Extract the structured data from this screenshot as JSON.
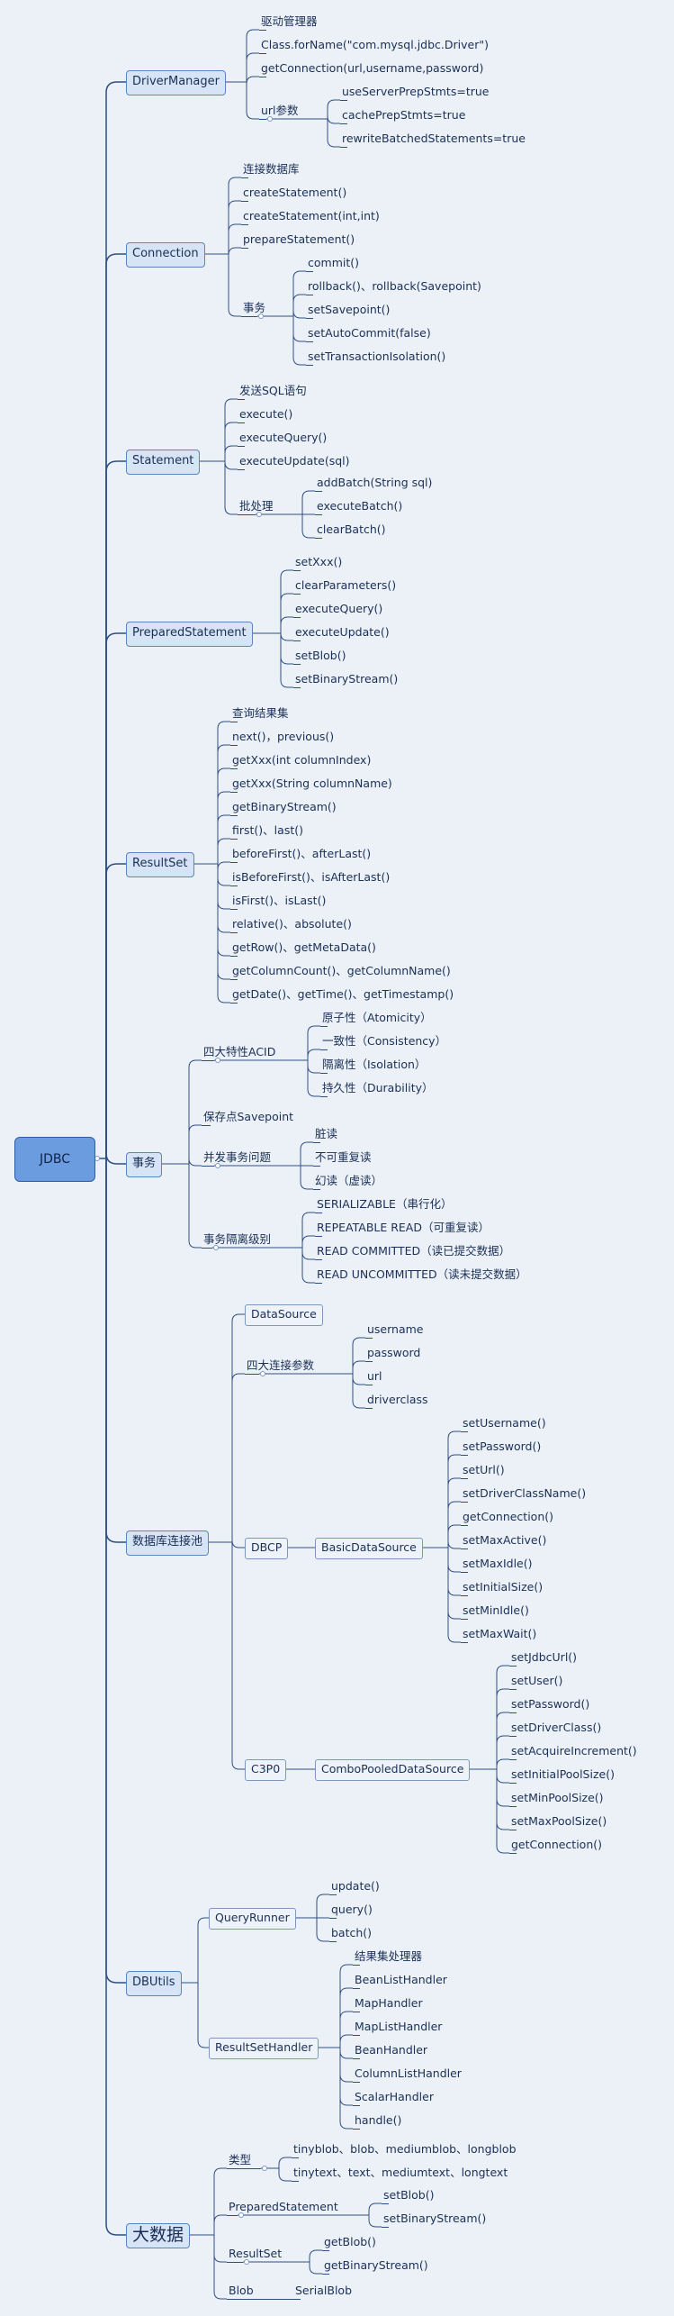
{
  "root": "JDBC",
  "driver_manager": {
    "label": "DriverManager",
    "items": [
      "驱动管理器",
      "Class.forName(\"com.mysql.jdbc.Driver\")",
      "getConnection(url,username,password)"
    ],
    "url_params_label": "url参数",
    "url_params": [
      "useServerPrepStmts=true",
      "cachePrepStmts=true",
      "rewriteBatchedStatements=true"
    ]
  },
  "connection": {
    "label": "Connection",
    "items": [
      "连接数据库",
      "createStatement()",
      "createStatement(int,int)",
      "prepareStatement()"
    ],
    "tx_label": "事务",
    "tx_items": [
      "commit()",
      "rollback()、rollback(Savepoint)",
      "setSavepoint()",
      "setAutoCommit(false)",
      "setTransactionIsolation()"
    ]
  },
  "statement": {
    "label": "Statement",
    "items": [
      "发送SQL语句",
      "execute()",
      "executeQuery()",
      "executeUpdate(sql)"
    ],
    "batch_label": "批处理",
    "batch_items": [
      "addBatch(String sql)",
      "executeBatch()",
      "clearBatch()"
    ]
  },
  "prepared_statement": {
    "label": "PreparedStatement",
    "items": [
      "setXxx()",
      "clearParameters()",
      "executeQuery()",
      "executeUpdate()",
      "setBlob()",
      "setBinaryStream()"
    ]
  },
  "result_set": {
    "label": "ResultSet",
    "items": [
      "查询结果集",
      "next()，previous()",
      "getXxx(int columnIndex)",
      "getXxx(String columnName)",
      "getBinaryStream()",
      "first()、last()",
      "beforeFirst()、afterLast()",
      "isBeforeFirst()、isAfterLast()",
      "isFirst()、isLast()",
      "relative()、absolute()",
      "getRow()、getMetaData()",
      "getColumnCount()、getColumnName()",
      "getDate()、getTime()、getTimestamp()"
    ]
  },
  "transaction": {
    "label": "事务",
    "acid_label": "四大特性ACID",
    "acid": [
      "原子性（Atomicity）",
      "一致性（Consistency）",
      "隔离性（Isolation）",
      "持久性（Durability）"
    ],
    "savepoint": "保存点Savepoint",
    "concurrency_label": "并发事务问题",
    "concurrency": [
      "脏读",
      "不可重复读",
      "幻读（虚读）"
    ],
    "isolation_label": "事务隔离级别",
    "isolation": [
      "SERIALIZABLE（串行化）",
      "REPEATABLE READ（可重复读）",
      "READ COMMITTED（读已提交数据）",
      "READ UNCOMMITTED（读未提交数据）"
    ]
  },
  "pool": {
    "label": "数据库连接池",
    "datasource": "DataSource",
    "params_label": "四大连接参数",
    "params": [
      "username",
      "password",
      "url",
      "driverclass"
    ],
    "dbcp_label": "DBCP",
    "dbcp_class": "BasicDataSource",
    "dbcp_methods": [
      "setUsername()",
      "setPassword()",
      "setUrl()",
      "setDriverClassName()",
      "getConnection()",
      "setMaxActive()",
      "setMaxIdle()",
      "setInitialSize()",
      "setMinIdle()",
      "setMaxWait()"
    ],
    "c3p0_label": "C3P0",
    "c3p0_class": "ComboPooledDataSource",
    "c3p0_methods": [
      "setJdbcUrl()",
      "setUser()",
      "setPassword()",
      "setDriverClass()",
      "setAcquireIncrement()",
      "setInitialPoolSize()",
      "setMinPoolSize()",
      "setMaxPoolSize()",
      "getConnection()"
    ]
  },
  "dbutils": {
    "label": "DBUtils",
    "runner_label": "QueryRunner",
    "runner": [
      "update()",
      "query()",
      "batch()"
    ],
    "handler_label": "ResultSetHandler",
    "handlers": [
      "结果集处理器",
      "BeanListHandler",
      "MapHandler",
      "MapListHandler",
      "BeanHandler",
      "ColumnListHandler",
      "ScalarHandler",
      "handle()"
    ]
  },
  "bigdata": {
    "label": "大数据",
    "types_label": "类型",
    "types": [
      "tinyblob、blob、mediumblob、longblob",
      "tinytext、text、mediumtext、longtext"
    ],
    "ps_label": "PreparedStatement",
    "ps": [
      "setBlob()",
      "setBinaryStream()"
    ],
    "rs_label": "ResultSet",
    "rs": [
      "getBlob()",
      "getBinaryStream()"
    ],
    "blob_label": "Blob",
    "blob": "SerialBlob"
  }
}
